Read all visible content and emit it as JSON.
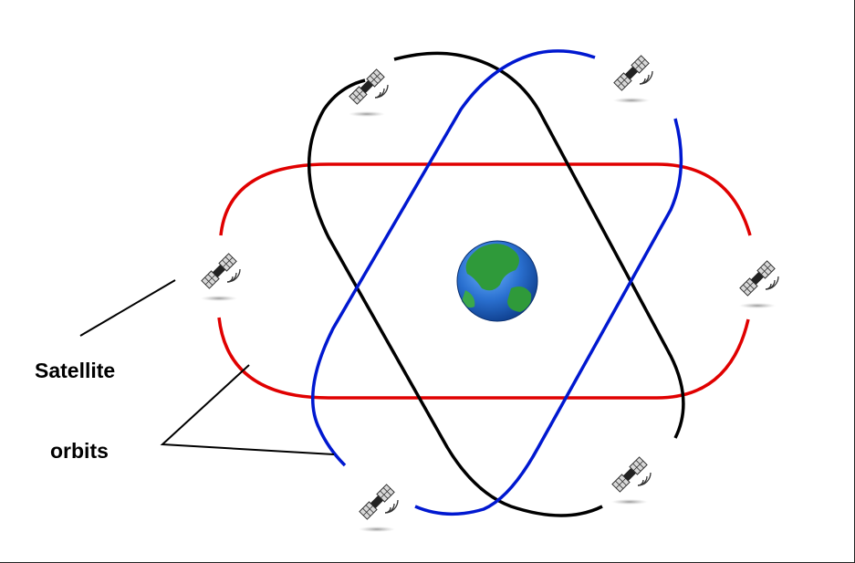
{
  "labels": {
    "satellite": "Satellite",
    "orbits": "orbits"
  },
  "colors": {
    "orbit_red": "#e00000",
    "orbit_black": "#000000",
    "orbit_blue": "#0018d0",
    "earth_ocean": "#2a70d0",
    "earth_land": "#2f9a3a"
  },
  "icons": {
    "center": "earth-globe-icon",
    "satellites": "satellite-icon"
  },
  "satellite_count": 6,
  "orbit_count": 3
}
